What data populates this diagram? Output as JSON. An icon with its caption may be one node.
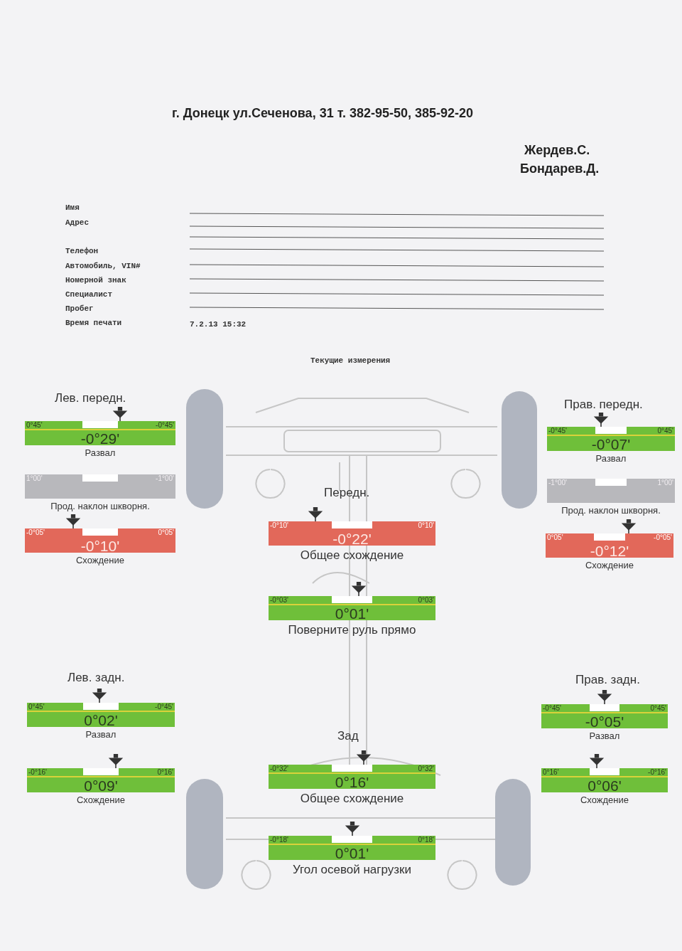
{
  "diagram": {
    "nodes": [
      {
        "text": [
          "0°45'",
          "-0°29'",
          "-0°45'"
        ],
        "beside": [
          "Развал"
        ]
      },
      {
        "text": [
          "1°00'",
          "-1°00'"
        ],
        "beside": [
          "Прод. наклон шкворня."
        ]
      },
      {
        "text": [
          "-0°05'",
          "-0°10'",
          "0°05'"
        ],
        "beside": [
          "Схождение"
        ]
      },
      {
        "text": [
          "-0°45'",
          "-0°07'",
          "0°45'"
        ],
        "beside": [
          "Развал"
        ]
      },
      {
        "text": [
          "-1°00'",
          "1°00'"
        ],
        "beside": [
          "Прод. наклон шкворня."
        ]
      },
      {
        "text": [
          "0°05'",
          "-0°12'",
          "-0°05'"
        ],
        "beside": [
          "Схождение"
        ]
      },
      {
        "text": [
          "-0°10'",
          "-0°22'",
          "0°10'"
        ],
        "beside": [
          "Общее схождение"
        ]
      },
      {
        "text": [
          "-0°03'",
          "0°01'",
          "0°03'"
        ],
        "beside": [
          "Поверните руль прямо"
        ]
      },
      {
        "text": [
          "0°45'",
          "0°02'",
          "-0°45'"
        ],
        "beside": [
          "Развал"
        ]
      },
      {
        "text": [
          "-0°16'",
          "0°09'",
          "0°16'"
        ],
        "beside": [
          "Схождение"
        ]
      },
      {
        "text": [
          "-0°45'",
          "-0°05'",
          "0°45'"
        ],
        "beside": [
          "Развал"
        ]
      },
      {
        "text": [
          "0°16'",
          "0°06'",
          "-0°16'"
        ],
        "beside": [
          "Схождение"
        ]
      },
      {
        "text": [
          "-0°32'",
          "0°16'",
          "0°32'"
        ],
        "beside": [
          "Общее схождение"
        ]
      },
      {
        "text": [
          "-0°18'",
          "0°01'",
          "0°18'"
        ],
        "beside": [
          "Угол осевой нагрузки"
        ]
      }
    ],
    "labels": [
      "г. Донецк ул.Сеченова, 31 т. 382-95-50, 385-92-20",
      "Жердев.С.",
      "Бондарев.Д.",
      "Имя",
      "Адрес",
      "Телефон",
      "Автомобиль, VIN#",
      "Номерной знак",
      "Специалист",
      "Пробег",
      "Время печати",
      "7.2.13 15:32",
      "Текущие измерения",
      "Лев. передн.",
      "Прав. передн.",
      "Передн.",
      "Лев. задн.",
      "Прав. задн.",
      "Зад"
    ]
  }
}
